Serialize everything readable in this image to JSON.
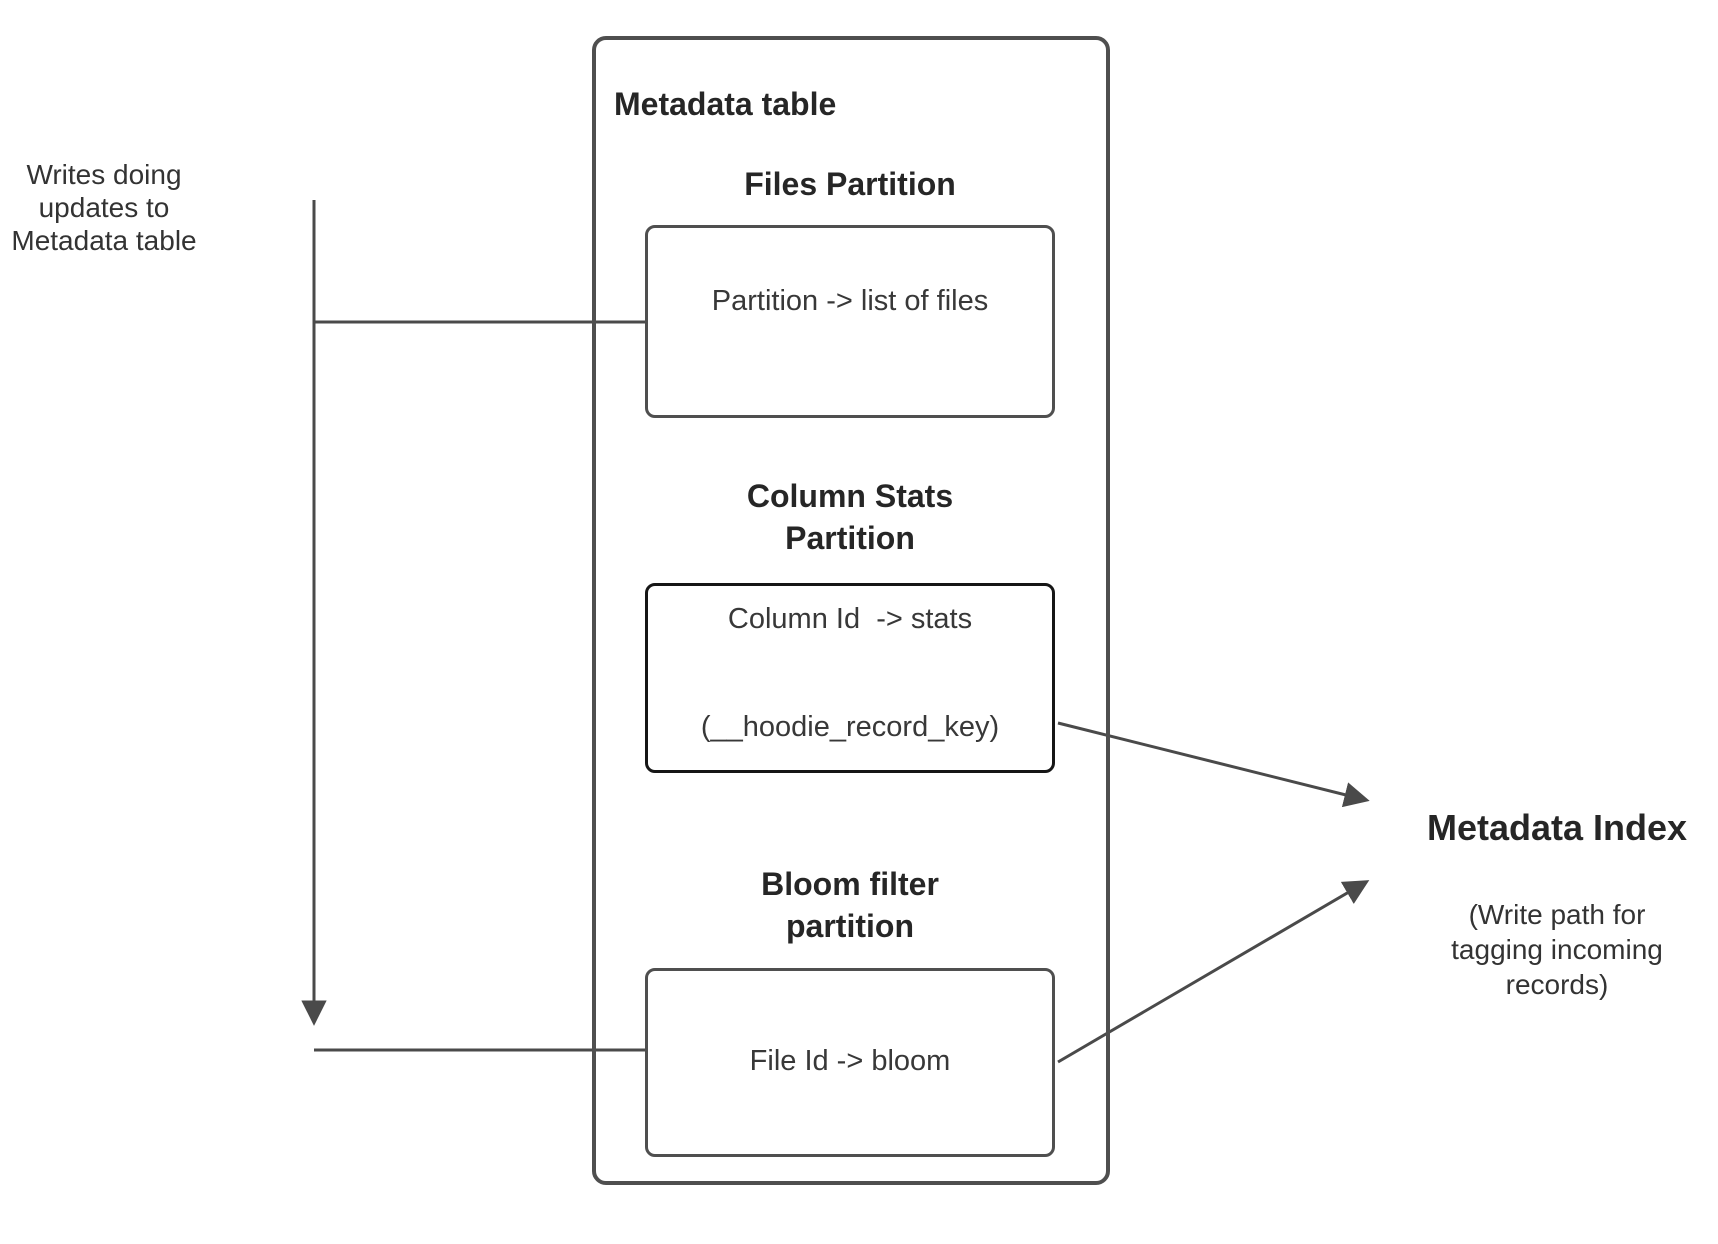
{
  "diagram": {
    "left_annotation": {
      "lines": [
        "Writes doing",
        "updates to",
        "Metadata table"
      ]
    },
    "metadata_table": {
      "title": "Metadata table",
      "partitions": [
        {
          "heading_lines": [
            "Files Partition"
          ],
          "content_lines": [
            "Partition -> list of files"
          ]
        },
        {
          "heading_lines": [
            "Column Stats",
            "Partition"
          ],
          "content_lines": [
            "Column Id  -> stats",
            "(__hoodie_record_key)"
          ]
        },
        {
          "heading_lines": [
            "Bloom filter",
            "partition"
          ],
          "content_lines": [
            "File Id -> bloom"
          ]
        }
      ]
    },
    "metadata_index": {
      "title": "Metadata Index",
      "subtitle_lines": [
        "(Write path for",
        "tagging incoming",
        "records)"
      ]
    },
    "colors": {
      "background": "#ffffff",
      "outer_box_border": "#4f4f4f",
      "partition_box_border": "#4f4f4f",
      "column_stats_box_border": "#161616",
      "connector_line": "#4a4a4a",
      "heading_text": "#262626",
      "body_text": "#383838"
    }
  }
}
